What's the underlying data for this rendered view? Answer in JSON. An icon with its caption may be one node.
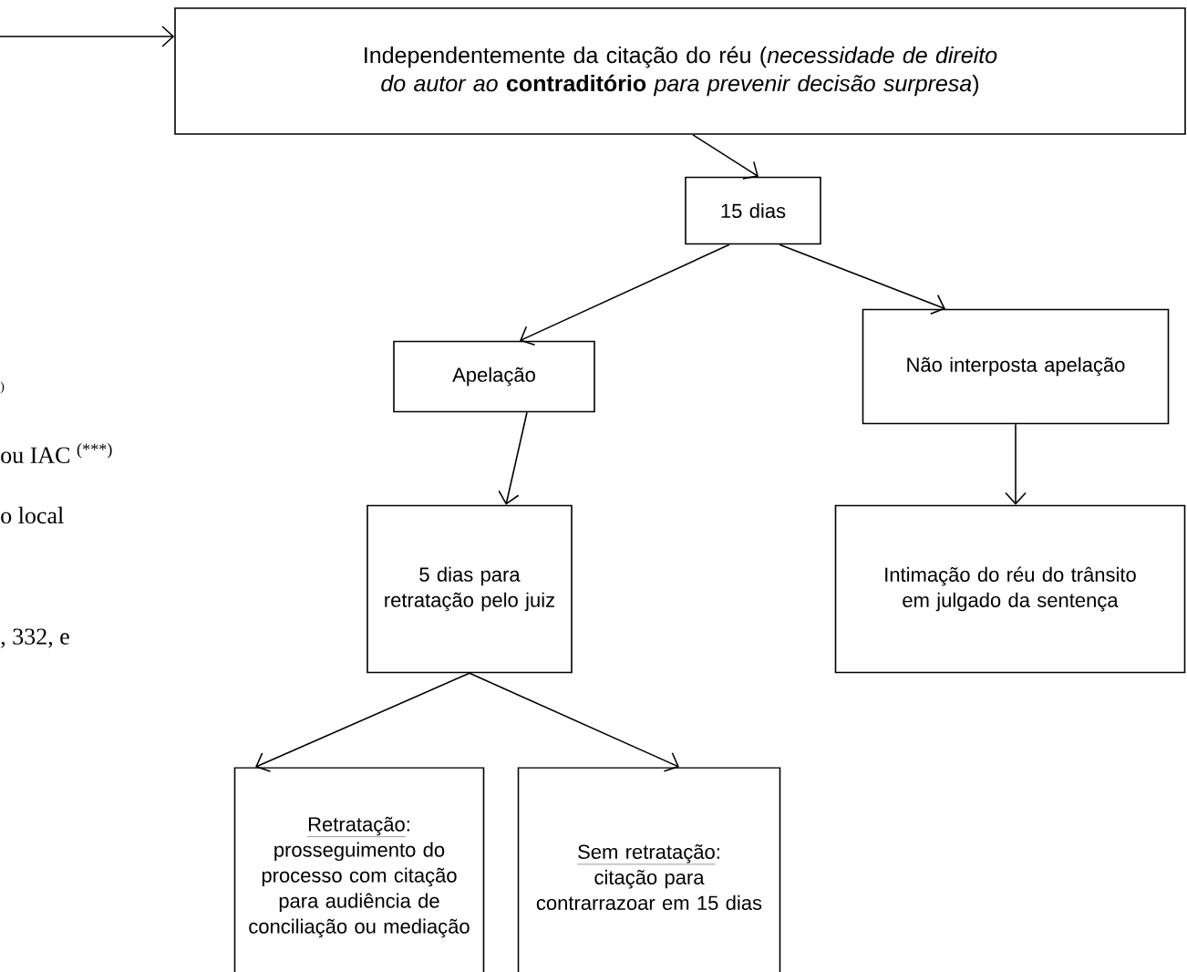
{
  "diagram": {
    "nodes": [
      {
        "text": [
          "Independentemente da citação do réu (*necessidade de direito do autor ao* **contraditório** *para prevenir decisão surpresa*)"
        ]
      },
      {
        "text": [
          "15 dias"
        ]
      },
      {
        "text": [
          "Apelação"
        ]
      },
      {
        "text": [
          "Não interposta apelação"
        ]
      },
      {
        "text": [
          "5 dias para retratação pelo juiz"
        ]
      },
      {
        "text": [
          "Intimação do réu do trânsito em julgado da sentença"
        ]
      },
      {
        "text": [
          "Retratação",
          ": prosseguimento do processo com citação para audiência de conciliação ou mediação"
        ]
      },
      {
        "text": [
          "Sem retratação",
          ": citação para contrarrazoar em 15 dias"
        ]
      }
    ],
    "edges": [
      {
        "from": null,
        "to": 0,
        "arrow": "to"
      },
      {
        "from": 0,
        "to": 1,
        "arrow": "to"
      },
      {
        "from": 1,
        "to": 2,
        "arrow": "to"
      },
      {
        "from": 1,
        "to": 3,
        "arrow": "to"
      },
      {
        "from": 2,
        "to": 4,
        "arrow": "to"
      },
      {
        "from": 3,
        "to": 5,
        "arrow": "to"
      },
      {
        "from": 4,
        "to": 6,
        "arrow": "to"
      },
      {
        "from": 4,
        "to": 7,
        "arrow": "to"
      }
    ],
    "labels": [
      ")",
      "ou IAC $^{(***)}$",
      "o local",
      ", 332, e"
    ]
  }
}
